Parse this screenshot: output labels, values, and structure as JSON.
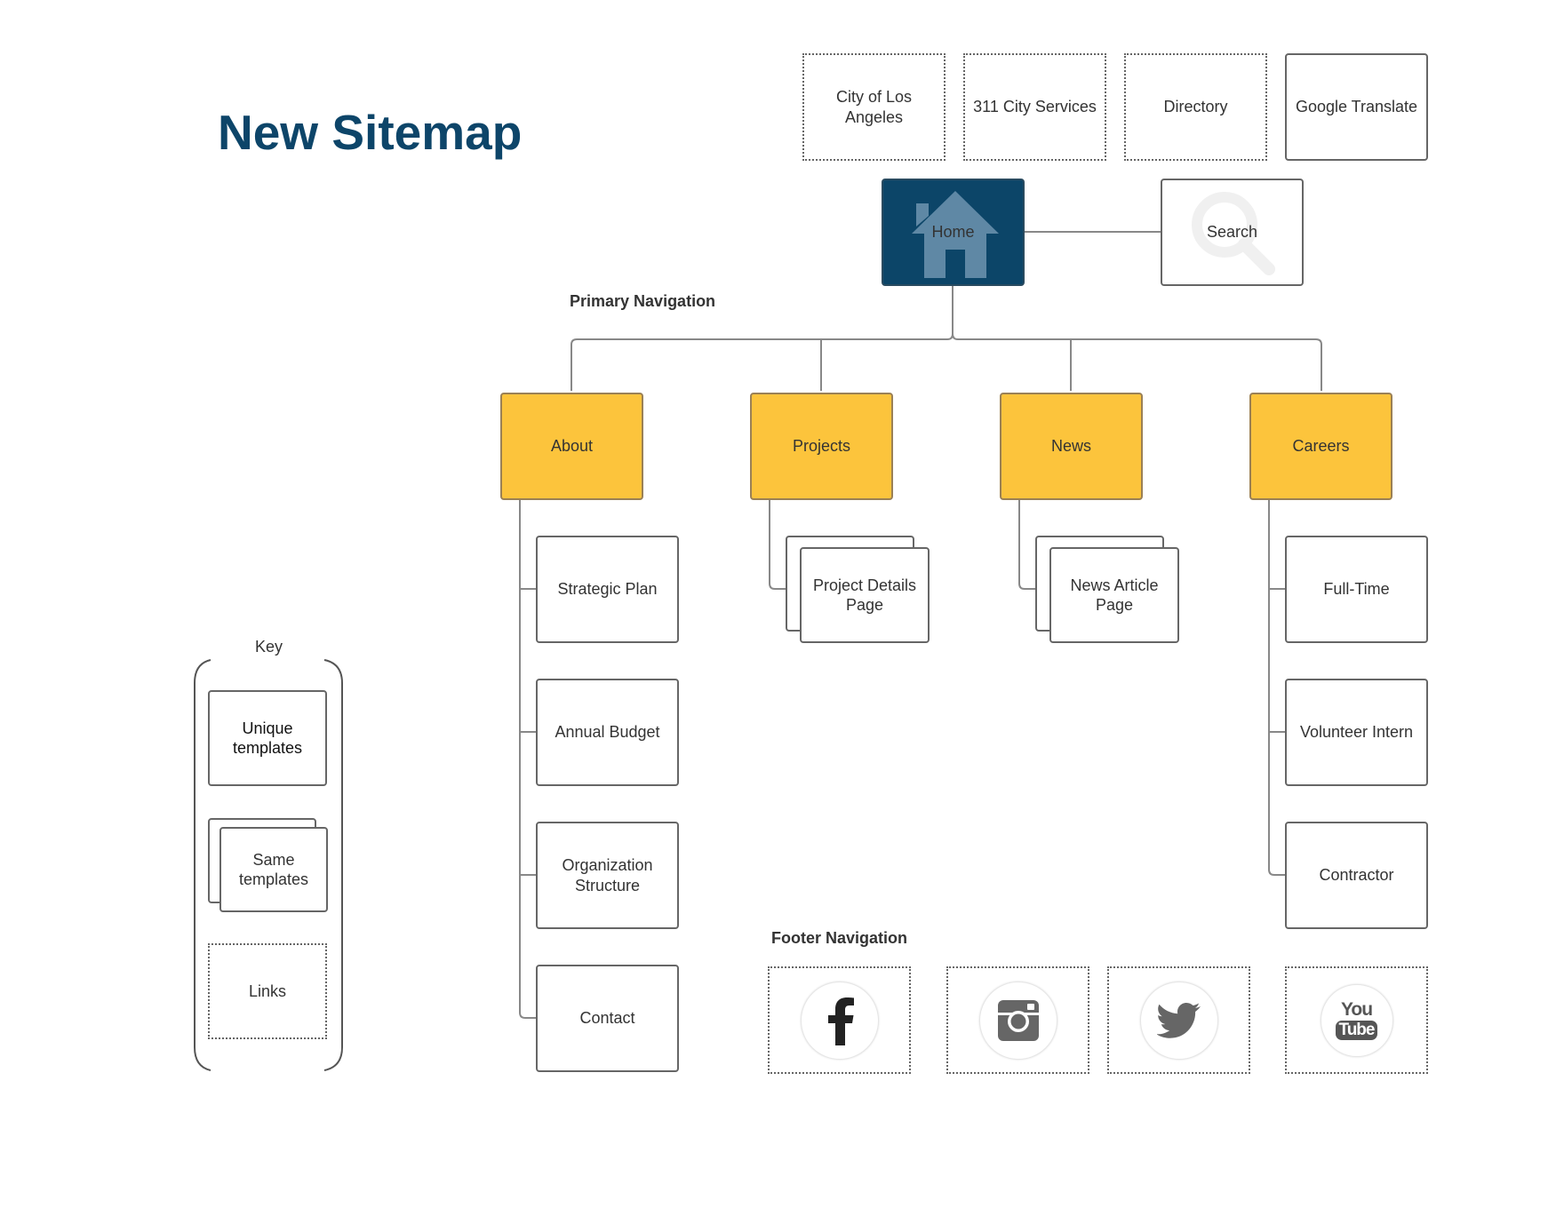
{
  "title": "New Sitemap",
  "labels": {
    "primary": "Primary Navigation",
    "footer": "Footer Navigation",
    "key": "Key"
  },
  "top_links": [
    "City of Los Angeles",
    "311 City Services",
    "Directory",
    "Google Translate"
  ],
  "home": {
    "label": "Home",
    "icon": "house-icon",
    "color": "#0c4568"
  },
  "search": {
    "label": "Search",
    "icon": "magnifier-icon"
  },
  "primary_nav": {
    "about": {
      "label": "About",
      "children": [
        "Strategic Plan",
        "Annual Budget",
        "Organization Structure",
        "Contact"
      ]
    },
    "projects": {
      "label": "Projects",
      "children": [
        "Project Details Page"
      ]
    },
    "news": {
      "label": "News",
      "children": [
        "News Article Page"
      ]
    },
    "careers": {
      "label": "Careers",
      "children": [
        "Full-Time",
        "Volunteer Intern",
        "Contractor"
      ]
    }
  },
  "footer_icons": [
    "facebook-icon",
    "instagram-icon",
    "twitter-icon",
    "youtube-icon"
  ],
  "youtube_text": {
    "you": "You",
    "tube": "Tube"
  },
  "key": {
    "unique": "Unique templates",
    "same": "Same templates",
    "links": "Links"
  },
  "colors": {
    "title": "#0d4569",
    "nav": "#fcc43c",
    "home": "#0c4568"
  }
}
